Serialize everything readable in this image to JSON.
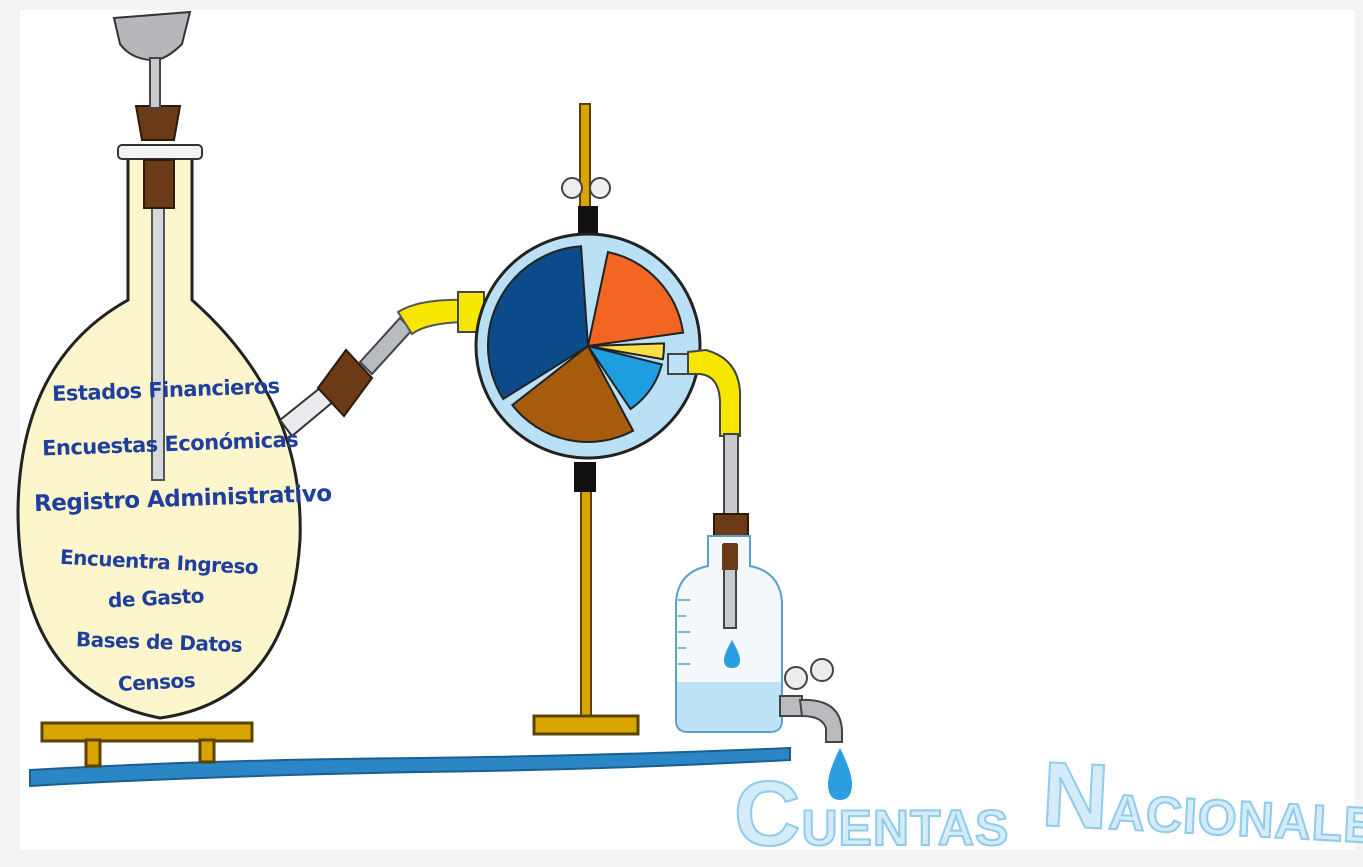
{
  "flask": {
    "labels": [
      "Estados Financieros",
      "Encuestas Económicas",
      "Registro Administrativo",
      "Encuentra Ingreso",
      "de Gasto",
      "Bases de Datos",
      "Censos"
    ]
  },
  "title": {
    "word1": {
      "first": "C",
      "rest": "UENTAS"
    },
    "word2": {
      "first": "N",
      "rest": "ACIONALES"
    }
  },
  "colors": {
    "flask_fill": "#fdf6cc",
    "text_blue": "#1f3f9e",
    "pie_dark_blue": "#0b4b8a",
    "pie_orange": "#f26522",
    "pie_yellow": "#fde047",
    "pie_light_blue": "#1e9ee0",
    "pie_brown": "#a65c0c",
    "cork": "#6b3a17",
    "tube_yellow": "#f7e600",
    "base_blue": "#2b86c5",
    "stand": "#d9a400",
    "title_fill": "#d4ecf9"
  }
}
